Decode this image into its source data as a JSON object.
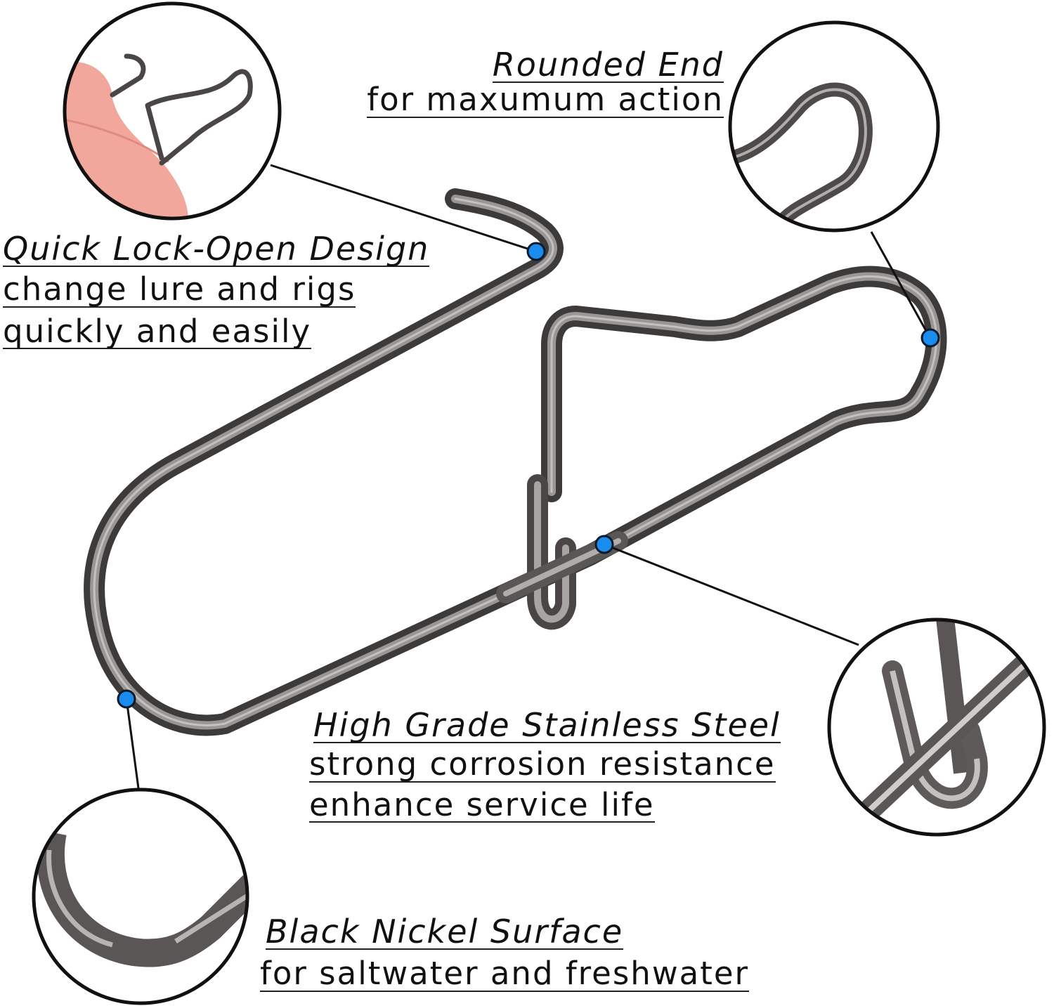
{
  "title": "Fishing snap features diagram",
  "colors": {
    "callout_dot": "#1a8cf0",
    "callout_dot_outline": "#0a1a2a",
    "leader_line": "#111111",
    "metal_dark": "#3c3a3a",
    "metal_mid": "#777373",
    "metal_light": "#d8d6d6",
    "skin": "#f0a196"
  },
  "callouts": [
    {
      "id": "rounded-end",
      "title": "Rounded End",
      "lines": [
        "for maxumum action"
      ],
      "detail_image": "rounded-end-closeup"
    },
    {
      "id": "quick-lock",
      "title": "Quick Lock-Open Design",
      "lines": [
        "change lure and rigs",
        "quickly and easily"
      ],
      "detail_image": "fingers-opening-snap-closeup"
    },
    {
      "id": "stainless",
      "title": "High Grade Stainless Steel",
      "lines": [
        "strong corrosion resistance",
        "enhance service life"
      ],
      "detail_image": "lock-hook-closeup"
    },
    {
      "id": "black-nickel",
      "title": "Black Nickel Surface",
      "lines": [
        "for saltwater and freshwater"
      ],
      "detail_image": "bend-surface-closeup"
    }
  ]
}
